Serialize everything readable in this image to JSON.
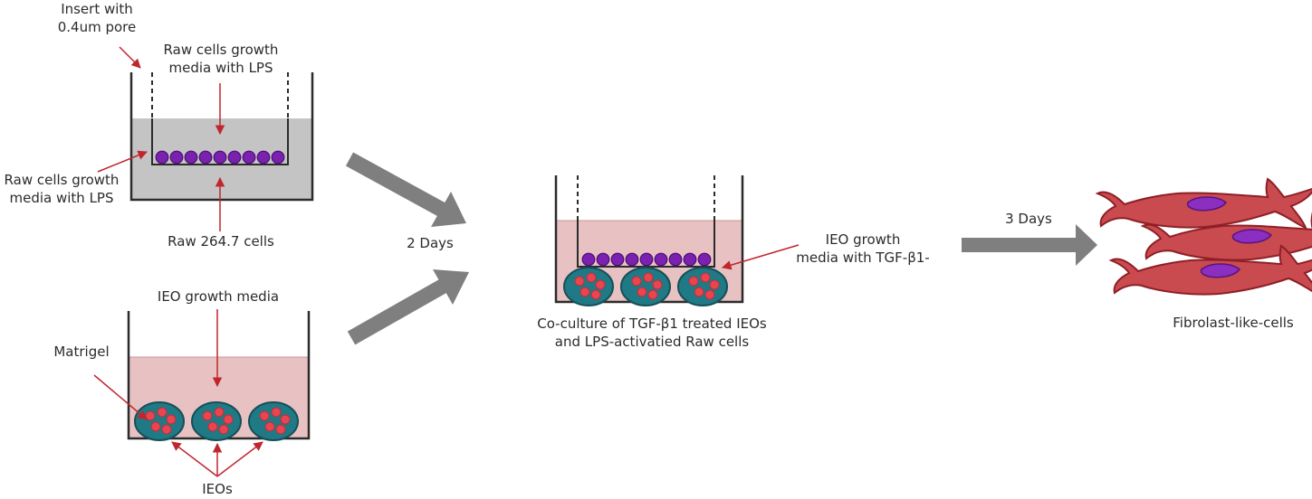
{
  "labels": {
    "insert": [
      "Insert with",
      "0.4um pore"
    ],
    "raw_media_top": [
      "Raw cells growth",
      "media with LPS"
    ],
    "raw_media_left": [
      "Raw cells growth",
      "media with LPS"
    ],
    "raw_cells": "Raw 264.7 cells",
    "ieo_media": "IEO growth media",
    "matrigel": "Matrigel",
    "ieos": "IEOs",
    "two_days": "2 Days",
    "three_days": "3 Days",
    "ieo_tgf_media": [
      "IEO growth",
      "media with TGF-β1-"
    ],
    "coculture": [
      "Co-culture of TGF-β1 treated IEOs",
      "and LPS-activatied Raw cells"
    ],
    "fibroblast": "Fibrolast-like-cells"
  },
  "colors": {
    "annotation_arrow": "#c0262d",
    "process_arrow": "#7f7f7f",
    "raw_media": "#c4c4c4",
    "ieo_media": "#e8c1c2",
    "raw_cell": "#7a21b0",
    "organoid": "#1f7a86",
    "organoid_cell": "#e84550",
    "fibroblast": "#c94a4f",
    "nucleus": "#8a2fc0"
  }
}
